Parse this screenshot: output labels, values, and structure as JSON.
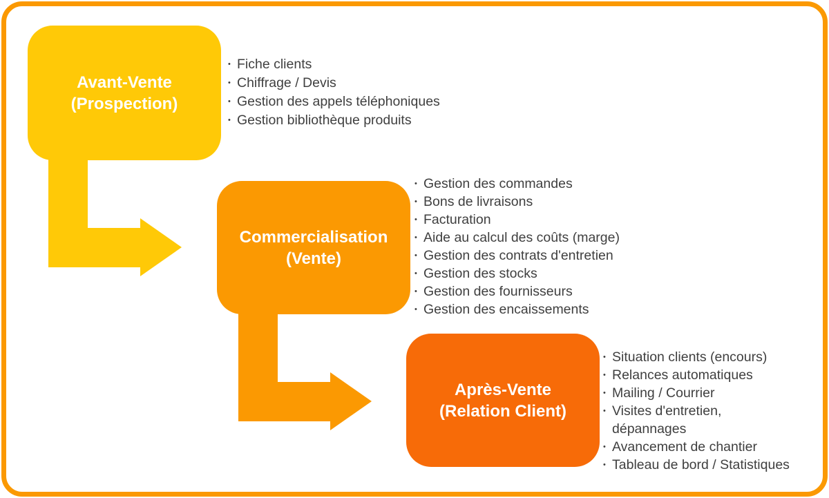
{
  "palette": {
    "yellow": "#FFC907",
    "orange": "#FB9902",
    "deep_orange": "#F76B08",
    "text": "#3F3F3F",
    "title_text": "#FFFFFF",
    "border": "#FB9902",
    "background": "#FFFFFF"
  },
  "stages": [
    {
      "id": "avant-vente",
      "title_line1": "Avant-Vente",
      "title_line2": "(Prospection)",
      "color": "#FFC907",
      "items": [
        "Fiche clients",
        "Chiffrage / Devis",
        "Gestion des appels téléphoniques",
        "Gestion bibliothèque produits"
      ]
    },
    {
      "id": "commercialisation",
      "title_line1": "Commercialisation",
      "title_line2": "(Vente)",
      "color": "#FB9902",
      "items": [
        "Gestion des commandes",
        "Bons de livraisons",
        "Facturation",
        "Aide au calcul des coûts (marge)",
        "Gestion des contrats d'entretien",
        "Gestion des stocks",
        "Gestion des fournisseurs",
        "Gestion des encaissements"
      ]
    },
    {
      "id": "apres-vente",
      "title_line1": "Après-Vente",
      "title_line2": "(Relation Client)",
      "color": "#F76B08",
      "items": [
        "Situation clients (encours)",
        "Relances automatiques",
        "Mailing / Courrier",
        "Visites d'entretien,\ndépannages",
        "Avancement de chantier",
        "Tableau de bord / Statistiques"
      ]
    }
  ]
}
